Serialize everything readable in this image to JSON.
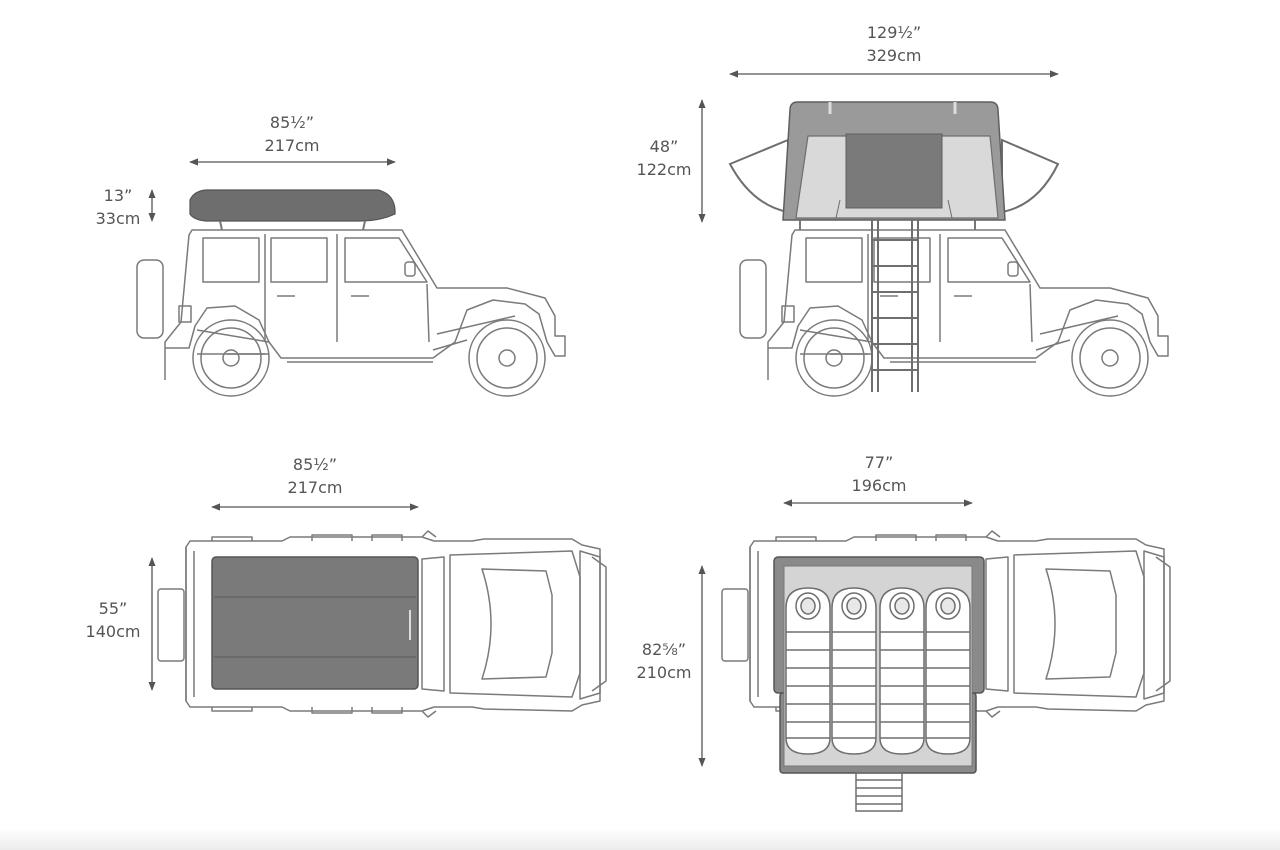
{
  "views": {
    "closed_side": {
      "width": {
        "imperial": "85½”",
        "metric": "217cm"
      },
      "height": {
        "imperial": "13”",
        "metric": "33cm"
      }
    },
    "open_side": {
      "width": {
        "imperial": "129½”",
        "metric": "329cm"
      },
      "height": {
        "imperial": "48”",
        "metric": "122cm"
      }
    },
    "closed_top": {
      "length": {
        "imperial": "85½”",
        "metric": "217cm"
      },
      "width": {
        "imperial": "55”",
        "metric": "140cm"
      }
    },
    "open_top": {
      "length": {
        "imperial": "77”",
        "metric": "196cm"
      },
      "width": {
        "imperial": "82⅝”",
        "metric": "210cm"
      }
    }
  },
  "colors": {
    "line": "#777777",
    "tent_dark": "#6e6e6e",
    "tent_mid": "#9a9a9a",
    "tent_light": "#d4d4d4",
    "text": "#555555"
  }
}
